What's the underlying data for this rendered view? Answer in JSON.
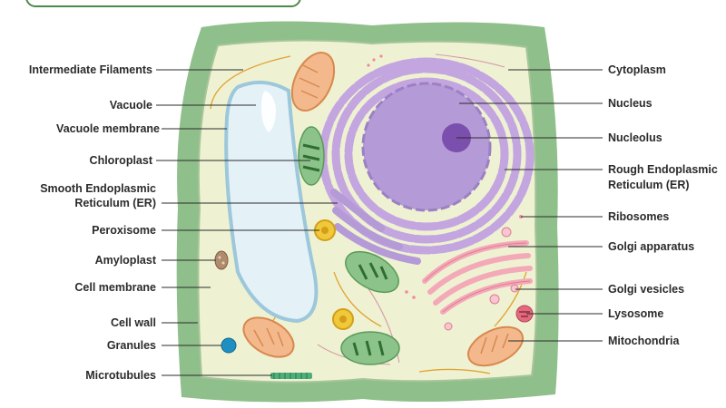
{
  "diagram": {
    "labels_left": {
      "intermediate_filaments": "Intermediate Filaments",
      "vacuole": "Vacuole",
      "vacuole_membrane": "Vacuole membrane",
      "chloroplast": "Chloroplast",
      "smooth_er_line1": "Smooth Endoplasmic",
      "smooth_er_line2": "Reticulum (ER)",
      "peroxisome": "Peroxisome",
      "amyloplast": "Amyloplast",
      "cell_membrane": "Cell membrane",
      "cell_wall": "Cell wall",
      "granules": "Granules",
      "microtubules": "Microtubules"
    },
    "labels_right": {
      "cytoplasm": "Cytoplasm",
      "nucleus": "Nucleus",
      "nucleolus": "Nucleolus",
      "rough_er_line1": "Rough Endoplasmic",
      "rough_er_line2": "Reticulum (ER)",
      "ribosomes": "Ribosomes",
      "golgi_apparatus": "Golgi apparatus",
      "golgi_vesicles": "Golgi vesicles",
      "lysosome": "Lysosome",
      "mitochondria": "Mitochondria"
    },
    "colors": {
      "cell_wall": "#8fbf8a",
      "cytoplasm": "#eef2d2",
      "nucleus": "#b49ad6",
      "nucleolus": "#7b4fad",
      "rough_er": "#c3a5e0",
      "vacuole": "#e4f2f8",
      "chloroplast": "#8cc38a",
      "mitochondria": "#f3b98c",
      "golgi": "#f4a9b8",
      "granule": "#1e8fc0",
      "peroxisome": "#f0c93a"
    }
  }
}
